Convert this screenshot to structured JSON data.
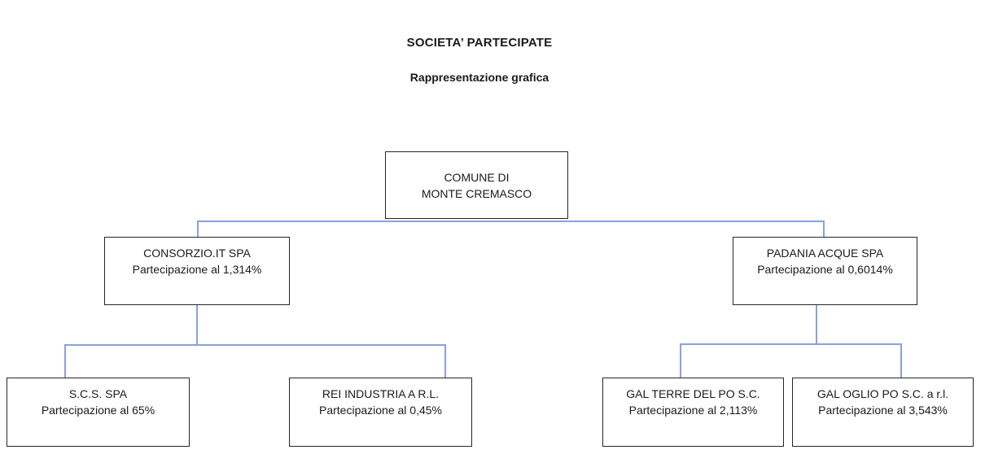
{
  "page": {
    "title": "SOCIETA’ PARTECIPATE",
    "subtitle": "Rappresentazione grafica"
  },
  "colors": {
    "connector_blue": "#87A3D9",
    "box_border": "#262626",
    "text": "#1a1a1a",
    "background": "#ffffff"
  },
  "nodes": {
    "root": {
      "line1": "COMUNE DI",
      "line2": "MONTE CREMASCO"
    },
    "consorzio": {
      "name": "CONSORZIO.IT SPA",
      "share": "Partecipazione al 1,314%"
    },
    "padania": {
      "name": "PADANIA ACQUE SPA",
      "share": "Partecipazione al 0,6014%"
    },
    "scs": {
      "name": "S.C.S. SPA",
      "share": "Partecipazione al 65%"
    },
    "rei": {
      "name": "REI INDUSTRIA A R.L.",
      "share": "Partecipazione al 0,45%"
    },
    "gal_terre": {
      "name": "GAL TERRE DEL PO S.C.",
      "share": "Partecipazione al 2,113%"
    },
    "gal_oglio": {
      "name": "GAL OGLIO PO S.C. a r.l.",
      "share": "Partecipazione al 3,543%"
    }
  },
  "hierarchy": {
    "root": "COMUNE DI MONTE CREMASCO",
    "children": [
      {
        "name": "CONSORZIO.IT SPA",
        "share_pct": "1,314%",
        "children": [
          {
            "name": "S.C.S. SPA",
            "share_pct": "65%"
          },
          {
            "name": "REI INDUSTRIA A R.L.",
            "share_pct": "0,45%"
          }
        ]
      },
      {
        "name": "PADANIA ACQUE SPA",
        "share_pct": "0,6014%",
        "children": [
          {
            "name": "GAL TERRE DEL PO S.C.",
            "share_pct": "2,113%"
          },
          {
            "name": "GAL OGLIO PO S.C. a r.l.",
            "share_pct": "3,543%"
          }
        ]
      }
    ]
  }
}
